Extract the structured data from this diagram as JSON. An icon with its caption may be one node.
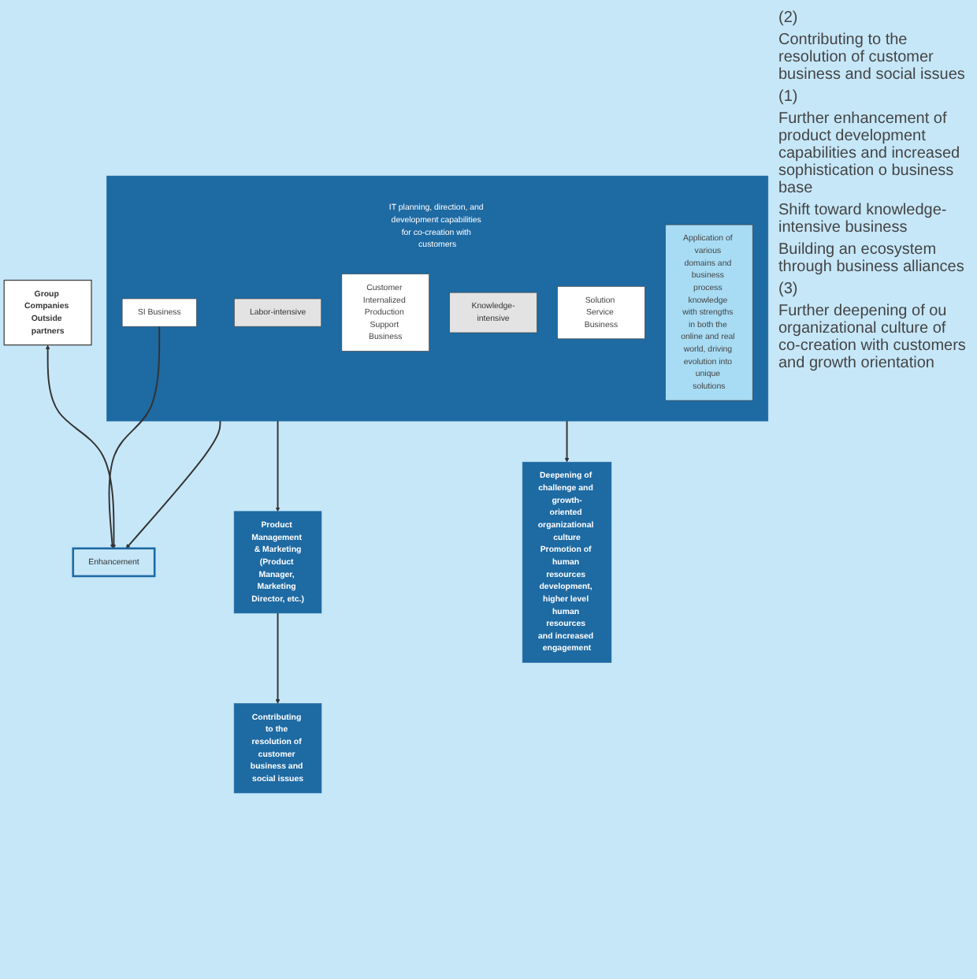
{
  "diagram": {
    "nodes": [
      {
        "text": [
          "Contributing to the resolution of customer business and social issues"
        ]
      },
      {
        "text": [
          "Product Management & Marketing",
          "(Product Manager, Marketing Director, etc.)"
        ]
      },
      {
        "text": [
          "IT planning, direction, and development capabilities for co-creation with customers"
        ]
      },
      {
        "text": [
          "Labor-intensive"
        ],
        "in": 2
      },
      {
        "text": [
          "SI Business"
        ],
        "in": 2
      },
      {
        "text": [
          "Customer Internalized Production Support Business"
        ],
        "in": 2
      },
      {
        "text": [
          "Knowledge-intensive"
        ],
        "in": 2
      },
      {
        "text": [
          "Solution Service Business"
        ],
        "in": 2
      },
      {
        "text": [
          "Application of various domains and business process knowledge with strengths in both the online and real world, driving evolution into unique solutions"
        ],
        "in": 2
      },
      {
        "text": [
          "Deepening of challenge and growth-oriented organizational culture",
          "Promotion of human resources development, higher level human resources and increased engagement"
        ]
      },
      {
        "text": [
          "Group Companies Outside partners"
        ]
      },
      {
        "text": [
          "Enhancement"
        ]
      }
    ],
    "edges": [
      {
        "from": 1,
        "to": 0,
        "arrow": "to"
      },
      {
        "from": 2,
        "to": 1,
        "arrow": "to"
      },
      {
        "from": 2,
        "to": 11,
        "arrow": "to"
      },
      {
        "from": 4,
        "to": 11,
        "arrow": "to"
      },
      {
        "from": 10,
        "to": 11,
        "arrow": "both"
      },
      {
        "from": 2,
        "to": 9,
        "arrow": "to"
      }
    ],
    "labels": [
      "(2)",
      "Contributing to the resolution of customer business and social issues",
      "(1)",
      "Further enhancement of product development capabilities and increased sophistication o business base",
      "Shift toward knowledge-intensive business",
      "Building an ecosystem through business alliances",
      "(3)",
      "Further deepening of ou organizational culture of co-creation with customers and growth orientation"
    ]
  }
}
